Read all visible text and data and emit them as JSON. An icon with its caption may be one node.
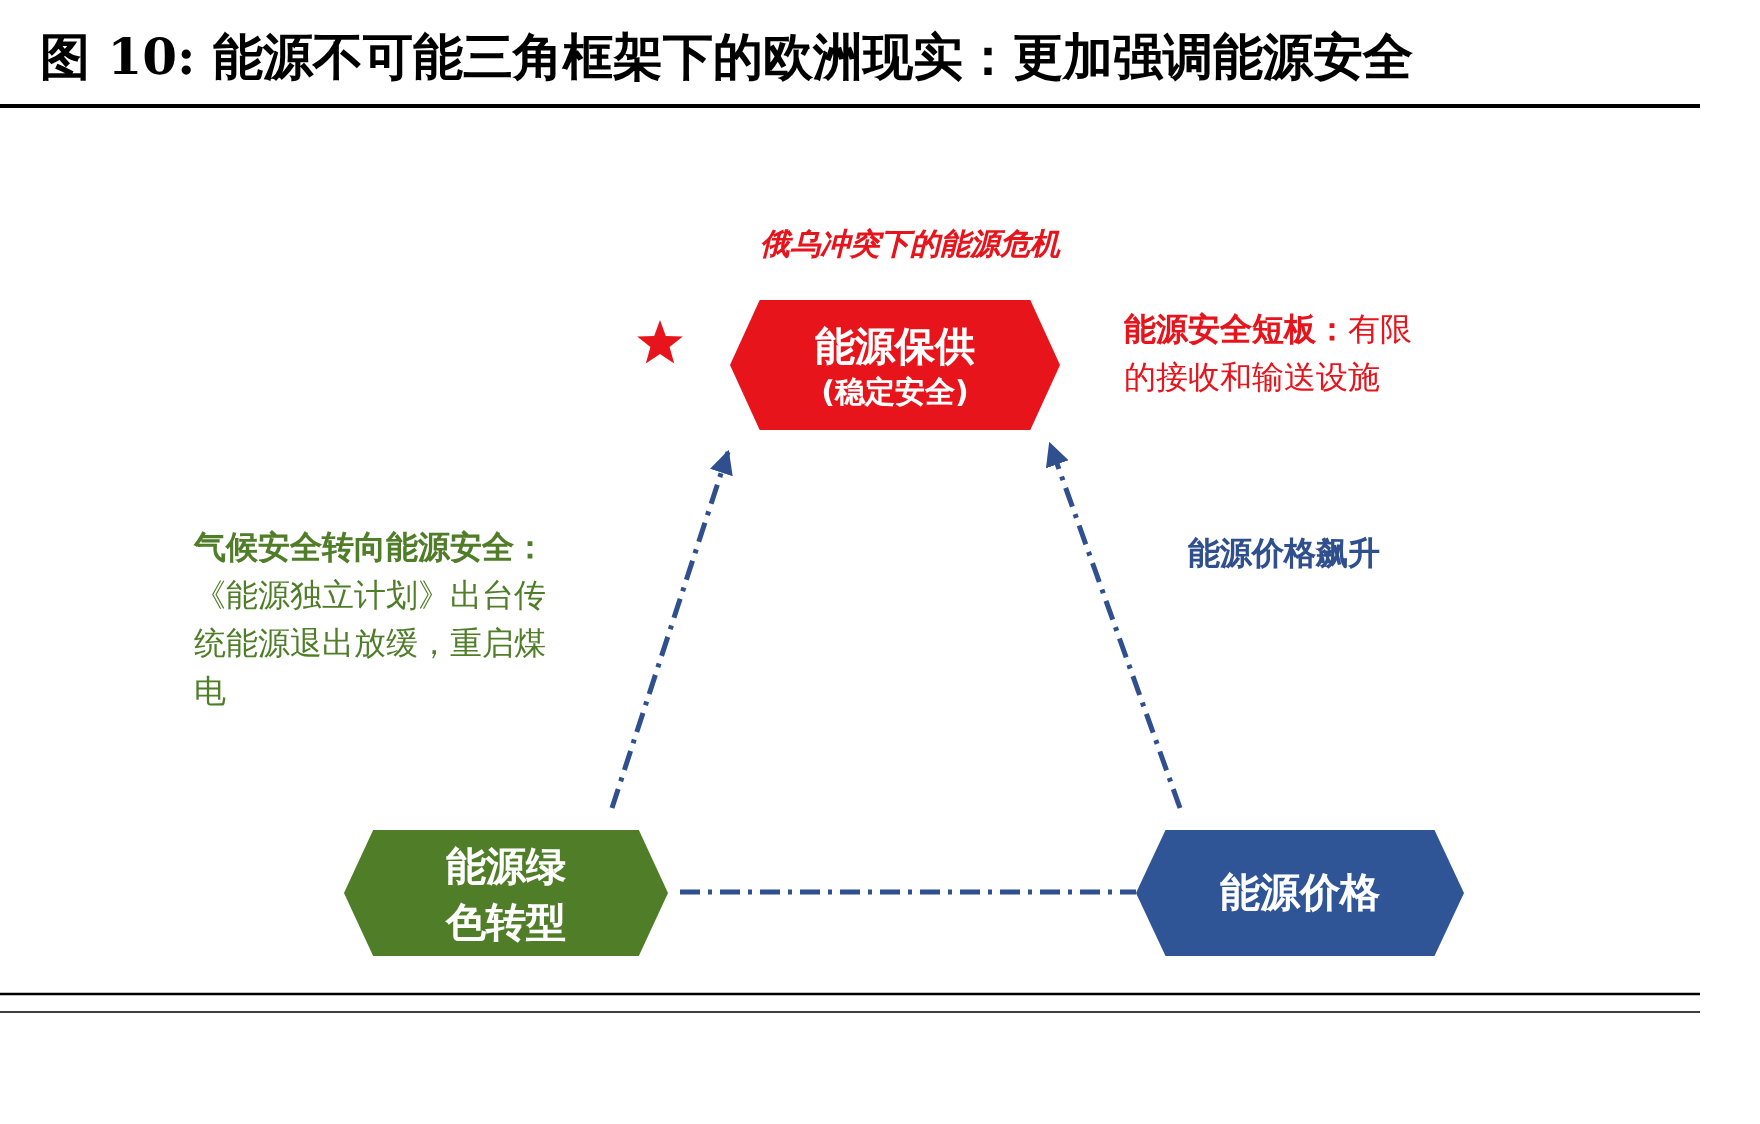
{
  "diagram": {
    "title": "图 10: 能源不可能三角框架下的欧洲现实：更加强调能源安全",
    "nodes": [
      {
        "text": [
          "能源保供",
          "(稳定安全)"
        ],
        "beside": [
          "俄乌冲突下的能源危机"
        ]
      },
      {
        "text": [
          "能源绿色转型"
        ]
      },
      {
        "text": [
          "能源价格"
        ]
      }
    ],
    "edges": [
      {
        "from": 1,
        "to": 0,
        "arrow": "to",
        "style": "dashed"
      },
      {
        "from": 2,
        "to": 0,
        "arrow": "to",
        "style": "dashed",
        "label": "能源价格飙升"
      },
      {
        "from": 1,
        "to": 2,
        "arrow": "none",
        "style": "dashed"
      }
    ],
    "labels": [
      "**能源安全短板：**有限的接收和输送设施",
      "**气候安全转向能源安全：**《能源独立计划》出台传统能源退出放缓，重启煤电"
    ]
  }
}
